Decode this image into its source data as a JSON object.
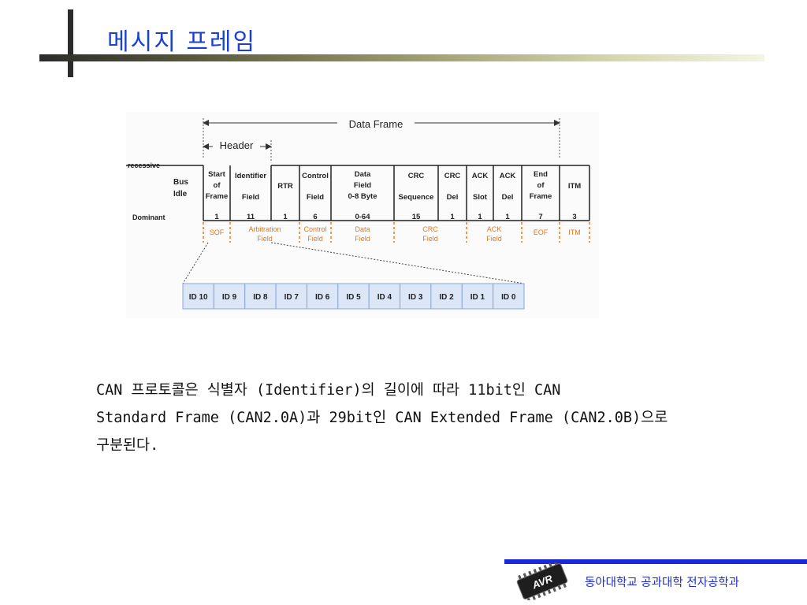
{
  "slide": {
    "title": "메시지 프레임",
    "body": "CAN 프로토콜은 식별자 (Identifier)의 길이에 따라 11bit인 CAN\nStandard Frame (CAN2.0A)과 29bit인 CAN Extended Frame (CAN2.0B)으로\n구분된다."
  },
  "footer": {
    "department": "동아대학교 공과대학 전자공학과",
    "chip_label": "AVR"
  },
  "diagram": {
    "data_frame_label": "Data Frame",
    "header_label": "Header",
    "recessive_label": "recessive",
    "dominant_label": "Dominant",
    "bus_idle": [
      "Bus",
      "Idle"
    ],
    "fields": [
      {
        "lines": [
          "Start",
          "of",
          "Frame"
        ],
        "bits": "1"
      },
      {
        "lines": [
          "Identifier",
          "Field"
        ],
        "bits": "11"
      },
      {
        "lines": [
          "RTR"
        ],
        "bits": "1"
      },
      {
        "lines": [
          "Control",
          "Field"
        ],
        "bits": "6"
      },
      {
        "lines": [
          "Data",
          "Field",
          "0-8 Byte"
        ],
        "bits": "0-64"
      },
      {
        "lines": [
          "CRC",
          "Sequence"
        ],
        "bits": "15"
      },
      {
        "lines": [
          "CRC",
          "Del"
        ],
        "bits": "1"
      },
      {
        "lines": [
          "ACK",
          "Slot"
        ],
        "bits": "1"
      },
      {
        "lines": [
          "ACK",
          "Del"
        ],
        "bits": "1"
      },
      {
        "lines": [
          "End",
          "of",
          "Frame"
        ],
        "bits": "7"
      },
      {
        "lines": [
          "ITM"
        ],
        "bits": "3"
      }
    ],
    "groups": [
      {
        "lines": [
          "SOF"
        ]
      },
      {
        "lines": [
          "Arbitration",
          "Field"
        ]
      },
      {
        "lines": [
          "Control",
          "Field"
        ]
      },
      {
        "lines": [
          "Data",
          "Field"
        ]
      },
      {
        "lines": [
          "CRC",
          "Field"
        ]
      },
      {
        "lines": [
          "ACK",
          "Field"
        ]
      },
      {
        "lines": [
          "EOF"
        ]
      },
      {
        "lines": [
          "ITM"
        ]
      }
    ],
    "id_bits": [
      "ID 10",
      "ID 9",
      "ID 8",
      "ID 7",
      "ID 6",
      "ID 5",
      "ID 4",
      "ID 3",
      "ID 2",
      "ID 1",
      "ID 0"
    ],
    "colors": {
      "group_label": "#e8761a",
      "id_cell_bg": "#dbe6f7",
      "id_cell_border": "#8aa4d6",
      "title": "#1a3fd6",
      "footer": "#1a2ad8"
    }
  }
}
